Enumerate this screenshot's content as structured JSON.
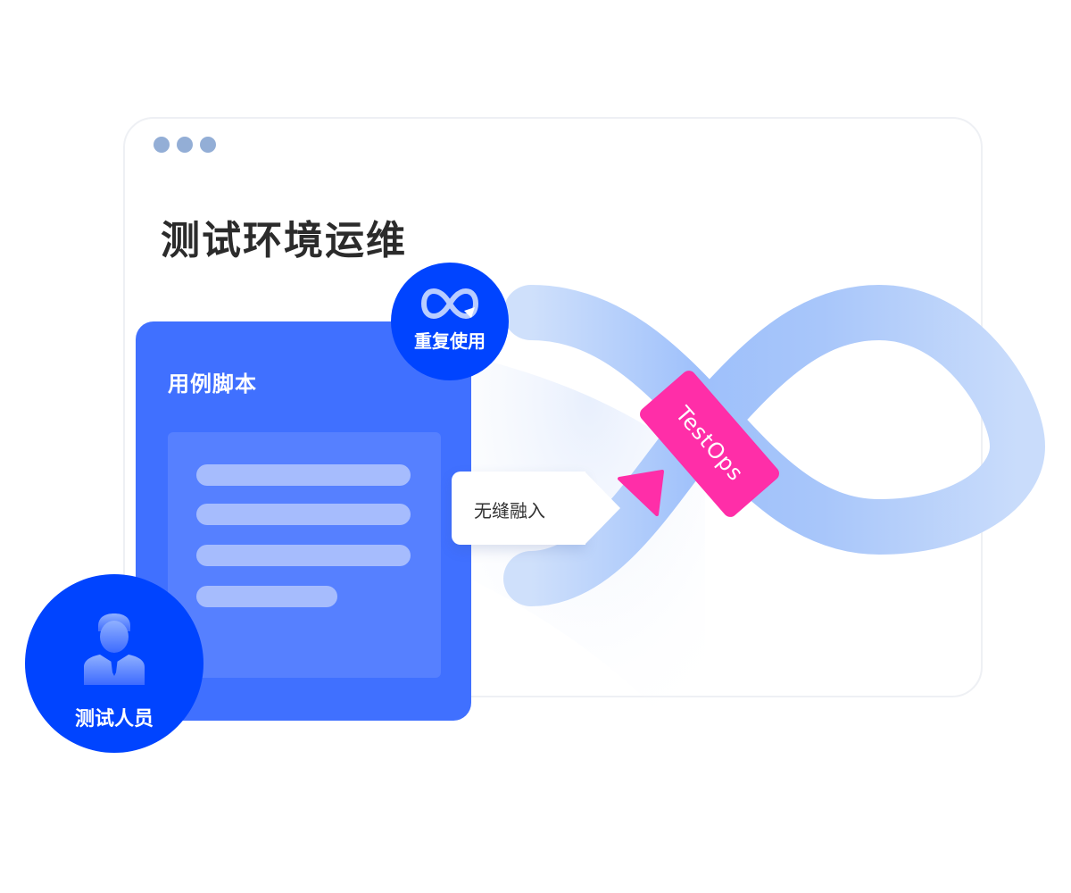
{
  "window": {
    "title": "测试环境运维"
  },
  "script_card": {
    "title": "用例脚本",
    "line_count": 4
  },
  "reuse_badge": {
    "label": "重复使用",
    "icon": "infinity-loop-icon"
  },
  "integrate_tag": {
    "label": "无缝融入"
  },
  "testops_tag": {
    "label": "TestOps"
  },
  "tester_badge": {
    "label": "测试人员",
    "icon": "person-icon"
  },
  "colors": {
    "brand_blue": "#0044ff",
    "card_blue": "#4070ff",
    "testops_pink": "#ff2ea8",
    "window_dots": "#93aed6"
  }
}
